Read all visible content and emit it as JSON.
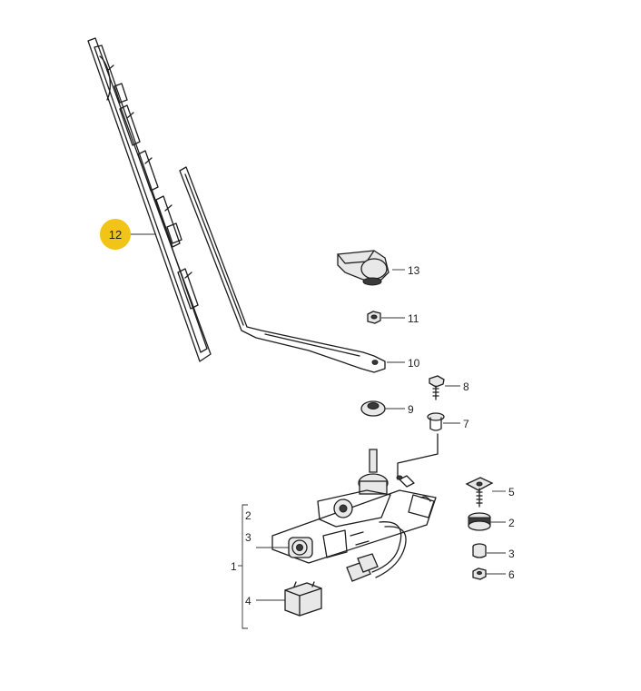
{
  "highlight": {
    "label": "12",
    "color": "#f2c418"
  },
  "callouts": [
    "13",
    "11",
    "10",
    "8",
    "9",
    "7",
    "5",
    "2",
    "3",
    "6"
  ],
  "bracket": {
    "group": "1",
    "items": [
      "2",
      "3",
      "4"
    ]
  }
}
